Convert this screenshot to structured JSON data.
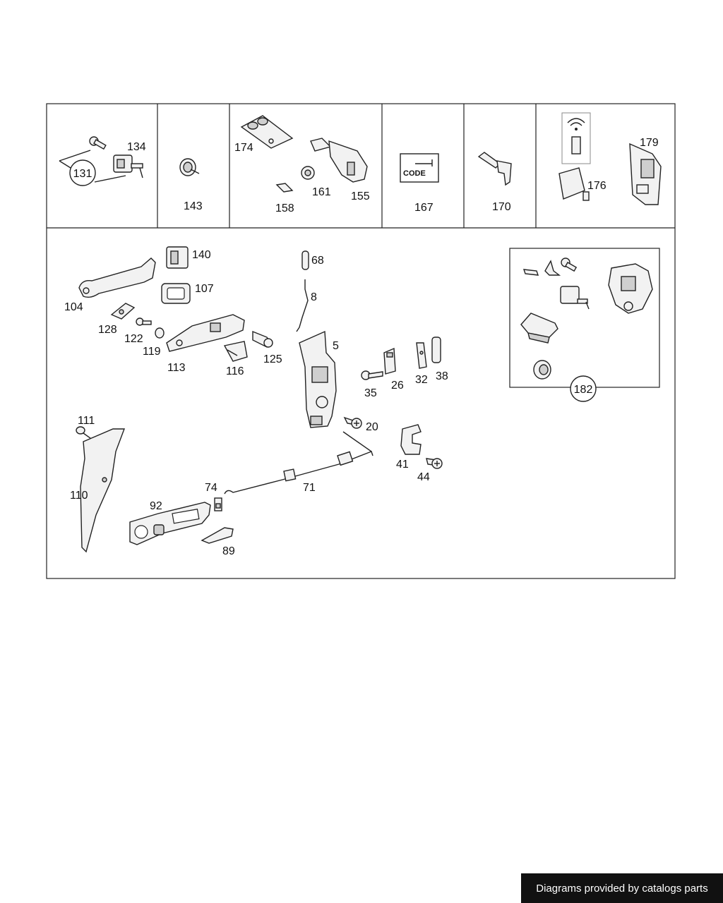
{
  "top_panels": {
    "p1": {
      "labels": [
        "131",
        "134"
      ]
    },
    "p2": {
      "labels": [
        "143"
      ]
    },
    "p3": {
      "labels": [
        "174",
        "161",
        "158",
        "155"
      ]
    },
    "p4": {
      "labels": [
        "167"
      ],
      "code_text": "CODE"
    },
    "p5": {
      "labels": [
        "170"
      ]
    },
    "p6": {
      "labels": [
        "176",
        "179"
      ]
    }
  },
  "main_panel": {
    "labels": [
      "140",
      "68",
      "107",
      "104",
      "8",
      "128",
      "122",
      "119",
      "113",
      "116",
      "125",
      "5",
      "26",
      "32",
      "38",
      "35",
      "20",
      "111",
      "41",
      "44",
      "110",
      "74",
      "71",
      "92",
      "89"
    ],
    "inset_label": "182"
  },
  "footer": {
    "text": "Diagrams provided by catalogs parts"
  }
}
